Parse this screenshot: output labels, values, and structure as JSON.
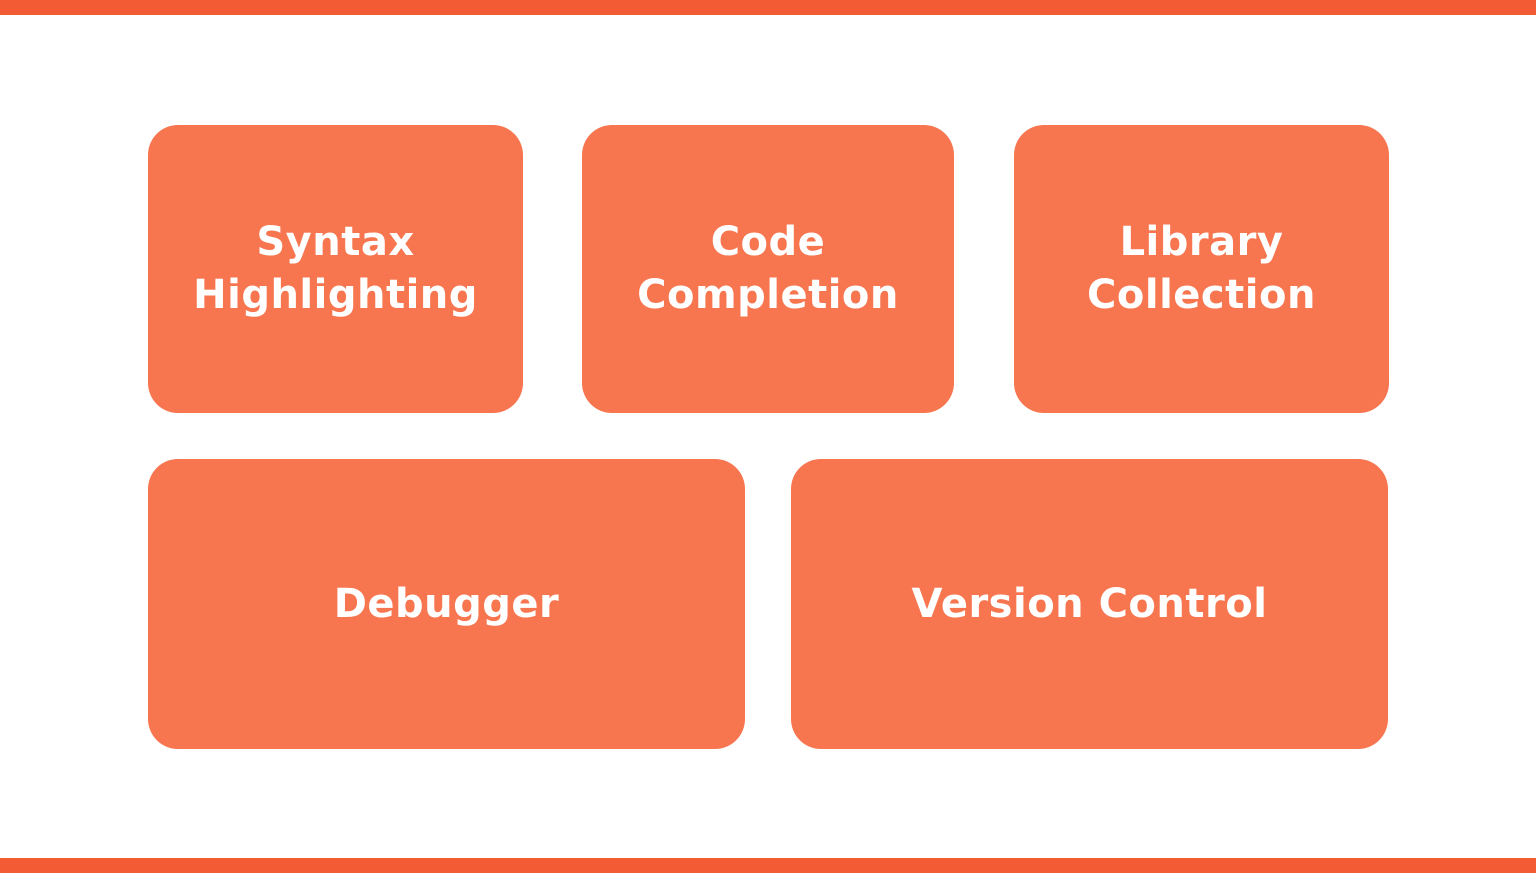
{
  "colors": {
    "background": "#FFFFFF",
    "accent_bar": "#F25B33",
    "card_fill": "#F7764F",
    "card_text": "#FFFFFF"
  },
  "cards": [
    {
      "label": "Syntax Highlighting"
    },
    {
      "label": "Code Completion"
    },
    {
      "label": "Library Collection"
    },
    {
      "label": "Debugger"
    },
    {
      "label": "Version Control"
    }
  ]
}
